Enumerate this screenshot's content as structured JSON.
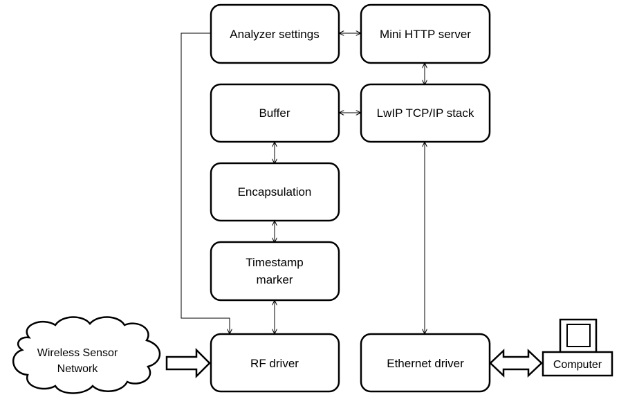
{
  "nodes": {
    "analyzer_settings": "Analyzer settings",
    "mini_http_server": "Mini HTTP server",
    "buffer": "Buffer",
    "lwip_stack": "LwIP TCP/IP stack",
    "encapsulation": "Encapsulation",
    "timestamp_marker_line1": "Timestamp",
    "timestamp_marker_line2": "marker",
    "rf_driver": "RF driver",
    "ethernet_driver": "Ethernet driver",
    "wsn_line1": "Wireless Sensor",
    "wsn_line2": "Network",
    "computer": "Computer"
  },
  "colors": {
    "stroke": "#000000",
    "fill": "#ffffff"
  },
  "icons": {
    "cloud": "cloud-icon",
    "computer": "computer-monitor-icon"
  }
}
